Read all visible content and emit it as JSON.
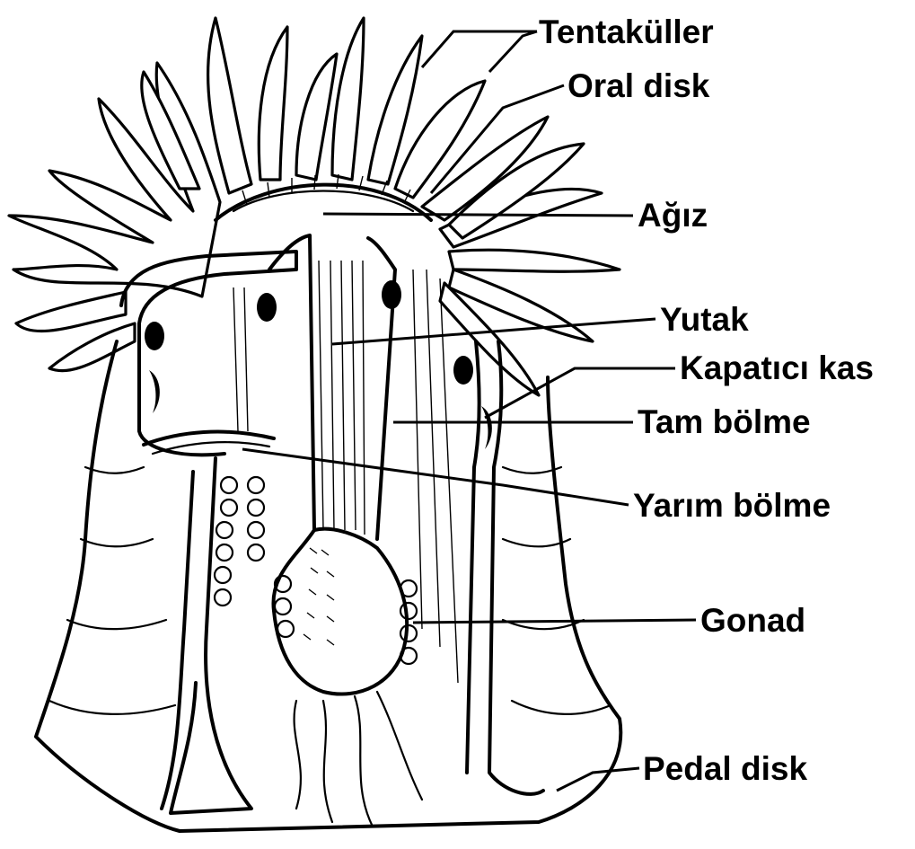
{
  "labels": {
    "tentacles": "Tentaküller",
    "oral_disk": "Oral disk",
    "mouth": "Ağız",
    "pharynx": "Yutak",
    "sphincter_muscle": "Kapatıcı kas",
    "complete_septum": "Tam bölme",
    "incomplete_septum": "Yarım bölme",
    "gonad": "Gonad",
    "pedal_disk": "Pedal disk"
  },
  "colors": {
    "ink": "#000000",
    "background": "#ffffff"
  }
}
